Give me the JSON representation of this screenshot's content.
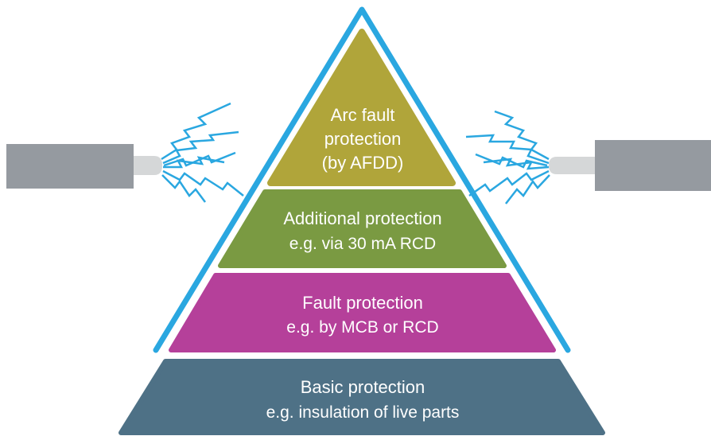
{
  "levels": [
    {
      "id": "arc",
      "lines": [
        "Arc fault",
        "protection",
        "(by AFDD)"
      ]
    },
    {
      "id": "additional",
      "lines": [
        "Additional protection",
        "e.g. via 30 mA RCD"
      ]
    },
    {
      "id": "fault",
      "lines": [
        "Fault protection",
        "e.g. by MCB or RCD"
      ]
    },
    {
      "id": "basic",
      "lines": [
        "Basic protection",
        "e.g. insulation of live parts"
      ]
    }
  ],
  "colors": {
    "arc": "#b0a53a",
    "additional": "#7a9a42",
    "fault": "#b5409a",
    "basic": "#4e7186",
    "outline": "#2aa7e0",
    "spark": "#2aa7e0",
    "cable_jacket": "#959aa0",
    "cable_conductor": "#d5d7d8"
  }
}
